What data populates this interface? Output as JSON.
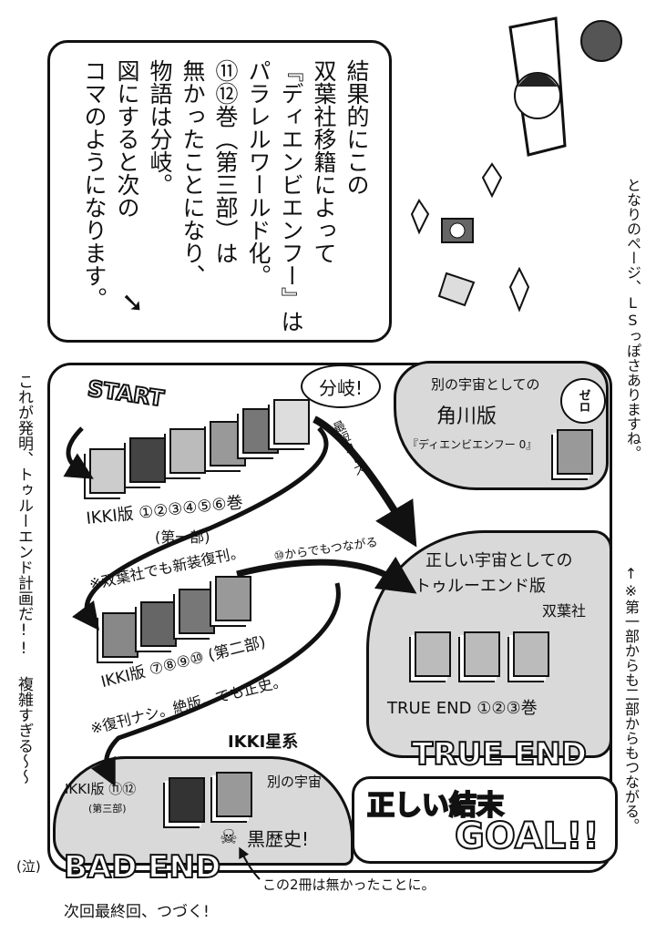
{
  "narration": {
    "lines": [
      "結果的にこの",
      "双葉社移籍によって",
      "『ディエンビエンフー』は",
      "パラレルワールド化。",
      "⑪⑫巻（第三部）は",
      "無かったことになり、",
      "物語は分岐。",
      "図にすると次の",
      "コマのようになります。"
    ]
  },
  "side_right_top": "となりのページ、LSっぽさありますね。",
  "side_left": "これが発明、トゥルーエンド計画だ!! 複雑すぎる〜〜",
  "side_left_cry": "(泣)",
  "side_right_bottom": "↑※第一部からも二部からもつながる。",
  "flow": {
    "start": "START",
    "part1_label": "IKKI版 ①②③④⑤⑥巻",
    "part1_sub": "(第一部)",
    "part1_note": "※双葉社でも新装復刊。",
    "branch": "分岐!",
    "shortest": "最短コース",
    "from10": "⑩からでもつながる",
    "part2_label": "IKKI版 ⑦⑧⑨⑩ (第二部)",
    "part2_note": "※復刊ナシ。絶版。でも正史。",
    "ikki_system": "IKKI星系",
    "kadokawa_line1": "別の宇宙としての",
    "kadokawa_line2": "角川版",
    "kadokawa_title": "『ディエンビエンフー 0』",
    "zero": "ゼロ",
    "true_line1": "正しい宇宙としての",
    "true_line2": "トゥルーエンド版",
    "true_publisher": "双葉社",
    "true_volumes": "TRUE END ①②③巻",
    "true_end": "TRUE END",
    "true_end_jp": "正しい結末",
    "goal": "GOAL!!",
    "part3_label": "IKKI版 ⑪⑫",
    "part3_sub": "(第三部)",
    "other_universe": "別の宇宙",
    "black_history": "黒歴史!",
    "bad_end": "BAD END",
    "bad_note": "この2冊は無かったことに。",
    "next": "次回最終回、つづく!"
  }
}
